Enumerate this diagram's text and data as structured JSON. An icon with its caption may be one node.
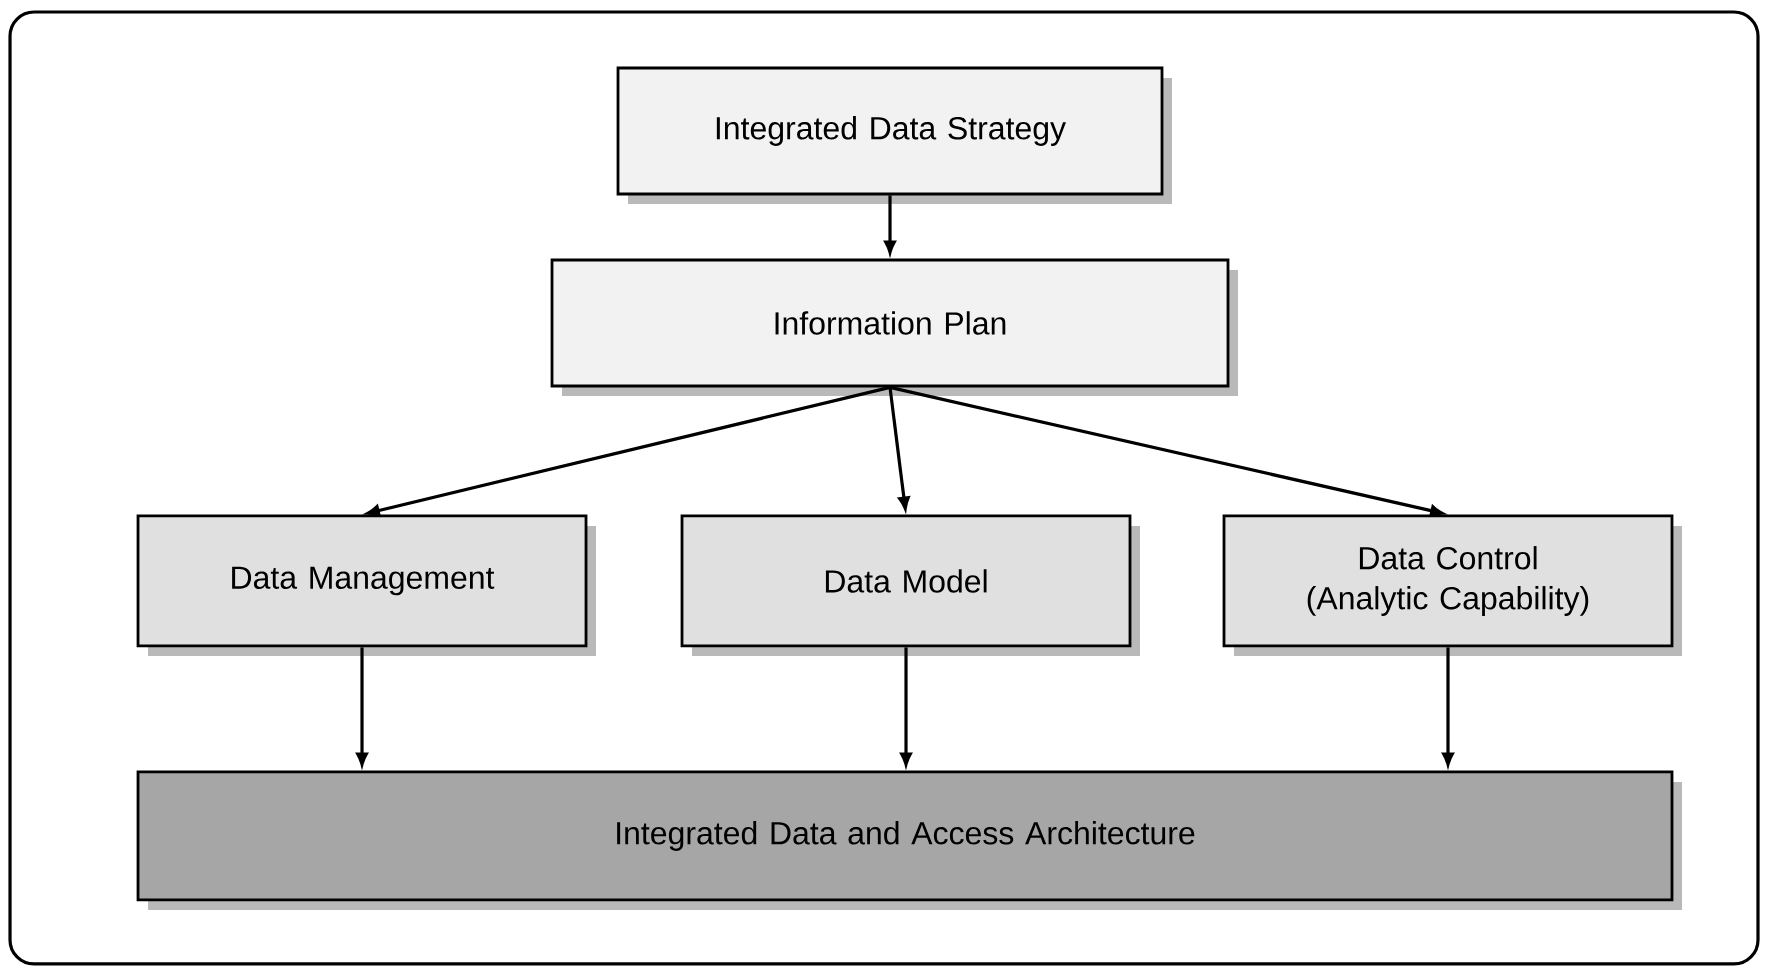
{
  "diagram": {
    "nodes": [
      {
        "text": [
          "Integrated Data Strategy"
        ]
      },
      {
        "text": [
          "Information Plan"
        ]
      },
      {
        "text": [
          "Data Management"
        ]
      },
      {
        "text": [
          "Data Model"
        ]
      },
      {
        "text": [
          "Data Control (Analytic Capability)"
        ]
      },
      {
        "text": [
          "Integrated Data and Access Architecture"
        ]
      }
    ],
    "edges": [
      {
        "from": 0,
        "to": 1,
        "arrow": "to"
      },
      {
        "from": 1,
        "to": 2,
        "arrow": "to"
      },
      {
        "from": 1,
        "to": 3,
        "arrow": "to"
      },
      {
        "from": 1,
        "to": 4,
        "arrow": "to"
      },
      {
        "from": 2,
        "to": 5,
        "arrow": "to"
      },
      {
        "from": 3,
        "to": 5,
        "arrow": "to"
      },
      {
        "from": 4,
        "to": 5,
        "arrow": "to"
      }
    ]
  }
}
